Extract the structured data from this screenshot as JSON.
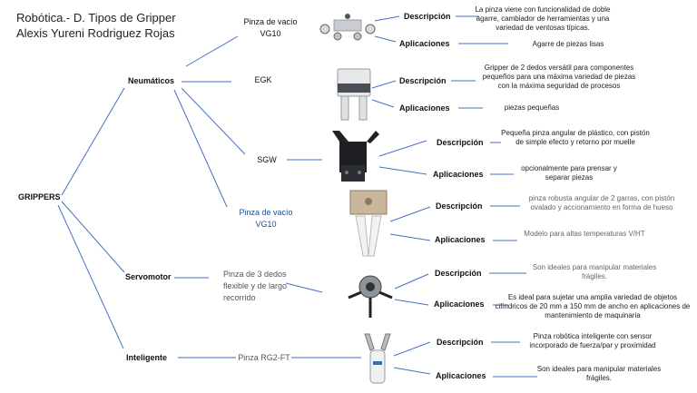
{
  "title": {
    "line1": "Robótica.- D. Tipos de Gripper",
    "line2": "Alexis Yureni Rodriguez Rojas"
  },
  "root": "GRIPPERS",
  "categories": {
    "neumaticos": "Neumáticos",
    "servomotor": "Servomotor",
    "inteligente": "Inteligente"
  },
  "items": [
    {
      "name_lines": [
        "Pinza de vacío",
        "VG10"
      ],
      "descripcion_label": "Descripción",
      "descripcion": "La pinza viene con funcionalidad de doble agarre, cambiador de herramientas y una variedad de ventosas típicas.",
      "aplicaciones_label": "Aplicaciones",
      "aplicaciones": "Agarre de piezas lisas"
    },
    {
      "name_lines": [
        "EGK"
      ],
      "descripcion_label": "Descripción",
      "descripcion": "Gripper de 2 dedos versátil para componentes pequeños para una máxima variedad de piezas con la máxima seguridad de procesos",
      "aplicaciones_label": "Aplicaciones",
      "aplicaciones": "piezas pequeñas"
    },
    {
      "name_lines": [
        "SGW"
      ],
      "descripcion_label": "Descripción",
      "descripcion": "Pequeña pinza angular de plástico, con pistón de simple efecto y retorno por muelle",
      "aplicaciones_label": "Aplicaciones",
      "aplicaciones": "opcionalmente para prensar y separar piezas"
    },
    {
      "name_lines": [
        "Pinza de vacío",
        "VG10"
      ],
      "descripcion_label": "Descripción",
      "descripcion": "pinza robusta angular de 2 garras, con pistón ovalado y accionamiento en forma de hueso",
      "aplicaciones_label": "Aplicaciones",
      "aplicaciones": "Modelo para altas temperaturas V/HT"
    },
    {
      "name_lines": [
        "Pinza de 3 dedos",
        "flexible y de largo",
        "recorrido"
      ],
      "descripcion_label": "Descripción",
      "descripcion": "Son ideales para manipular materiales frágiles.",
      "aplicaciones_label": "Aplicaciones",
      "aplicaciones": "Es ideal para sujetar una amplia variedad de objetos cilíndricos de 20 mm a 150 mm de ancho en aplicaciones de mantenimiento de maquinaria"
    },
    {
      "name_lines": [
        "Pinza RG2-FT"
      ],
      "descripcion_label": "Descripción",
      "descripcion": "Pinza robótica inteligente con sensor incorporado de fuerza/par y proximidad",
      "aplicaciones_label": "Aplicaciones",
      "aplicaciones": "Son ideales para manipular materiales frágiles."
    }
  ],
  "colors": {
    "line": "#4472c4",
    "accent_text": "#1f4e8a"
  }
}
